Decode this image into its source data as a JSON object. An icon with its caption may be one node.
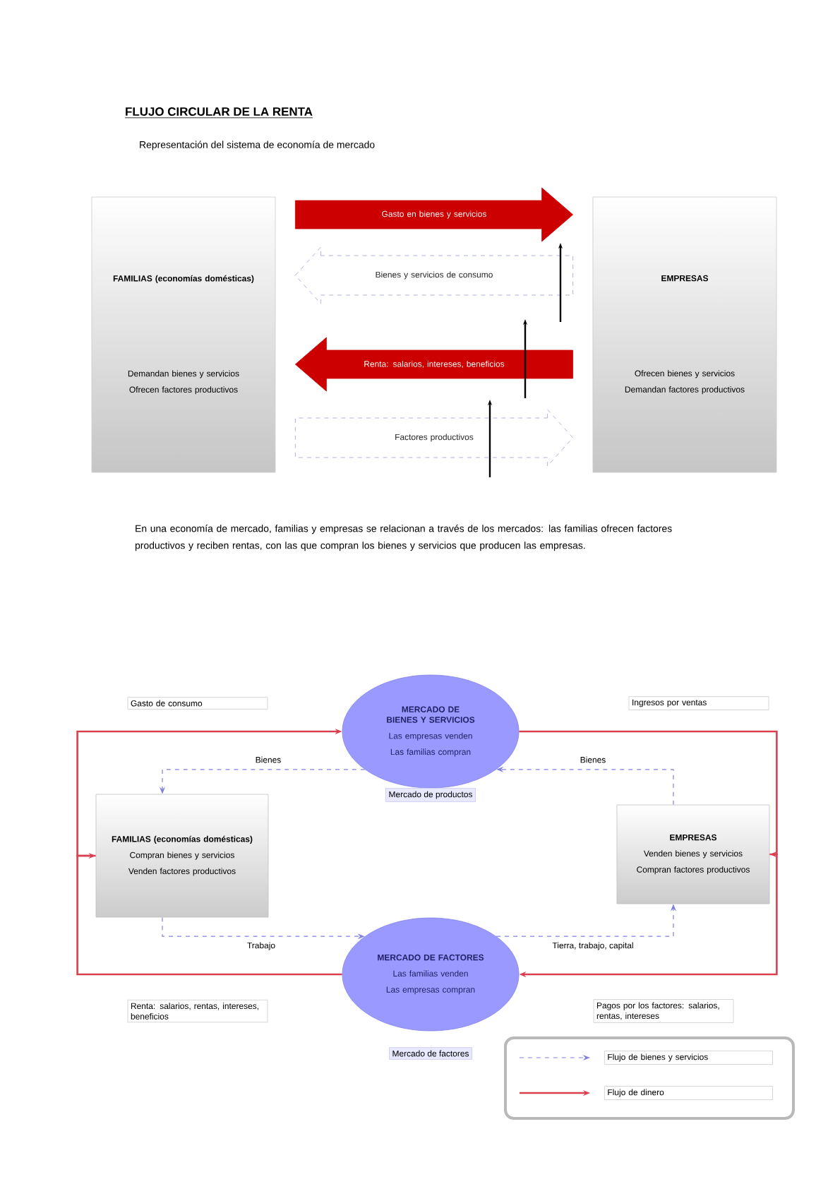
{
  "diagram": {
    "title": "FLUJO CIRCULAR DE LA RENTA",
    "nodes": [
      {
        "text": [
          "FAMILIAS (economías domésticas)",
          "Demandan bienes y servicios",
          "Ofrecen factores productivos"
        ]
      },
      {
        "text": [
          "EMPRESAS",
          "Ofrecen bienes y servicios",
          "Demandan factores productivos"
        ]
      },
      {
        "text": [
          "MERCADO DE BIENES Y SERVICIOS",
          "Las empresas venden",
          "Las familias compran"
        ],
        "beside": [
          "Mercado de productos"
        ]
      },
      {
        "text": [
          "MERCADO DE FACTORES",
          "Las familias venden",
          "Las empresas compran"
        ],
        "beside": [
          "Mercado de factores"
        ]
      },
      {
        "text": [
          "FAMILIAS (economías domésticas)",
          "Compran bienes y servicios",
          "Venden factores productivos"
        ]
      },
      {
        "text": [
          "EMPRESAS",
          "Venden bienes y servicios",
          "Compran factores productivos"
        ]
      }
    ],
    "edges": [
      {
        "from": 0,
        "to": 1,
        "arrow": "to",
        "label": "Gasto en bienes y servicios",
        "style": "thick",
        "color": "#cc0000"
      },
      {
        "from": 1,
        "to": 0,
        "arrow": "to",
        "label": "Bienes y servicios de consumo",
        "style": "dashed",
        "color": "#9aa0d8"
      },
      {
        "from": 1,
        "to": 0,
        "arrow": "to",
        "label": "Renta: salarios, intereses, beneficios",
        "style": "thick",
        "color": "#cc0000"
      },
      {
        "from": 0,
        "to": 1,
        "arrow": "to",
        "label": "Factores productivos",
        "style": "dashed",
        "color": "#9aa0d8"
      },
      {
        "from": 4,
        "to": 2,
        "arrow": "to",
        "label": "Gasto de consumo",
        "color": "#d94050"
      },
      {
        "from": 2,
        "to": 5,
        "arrow": "to",
        "label": "Ingresos por ventas",
        "color": "#d94050"
      },
      {
        "from": 5,
        "to": 3,
        "arrow": "to",
        "label": "Pagos por los factores: salarios, rentas, intereses",
        "color": "#d94050"
      },
      {
        "from": 3,
        "to": 4,
        "arrow": "to",
        "label": "Renta: salarios, rentas, intereses, beneficios",
        "color": "#d94050"
      },
      {
        "from": 2,
        "to": 4,
        "arrow": "to",
        "label": "Bienes",
        "style": "dashed",
        "color": "#8080e0"
      },
      {
        "from": 5,
        "to": 2,
        "arrow": "to",
        "label": "Bienes",
        "style": "dashed",
        "color": "#8080e0"
      },
      {
        "from": 4,
        "to": 3,
        "arrow": "to",
        "label": "Trabajo",
        "style": "dashed",
        "color": "#8080e0"
      },
      {
        "from": 3,
        "to": 5,
        "arrow": "to",
        "label": "Tierra, trabajo, capital",
        "style": "dashed",
        "color": "#8080e0"
      }
    ],
    "labels": [
      "Representación del sistema de economía de mercado",
      "En una economía de mercado, familias y empresas se relacionan a través de los mercados: las familias ofrecen factores productivos y reciben rentas, con las que compran los bienes y servicios que producen las empresas."
    ],
    "legend": [
      {
        "text": "Flujo de bienes y servicios"
      },
      {
        "text": "Flujo de dinero"
      }
    ]
  }
}
